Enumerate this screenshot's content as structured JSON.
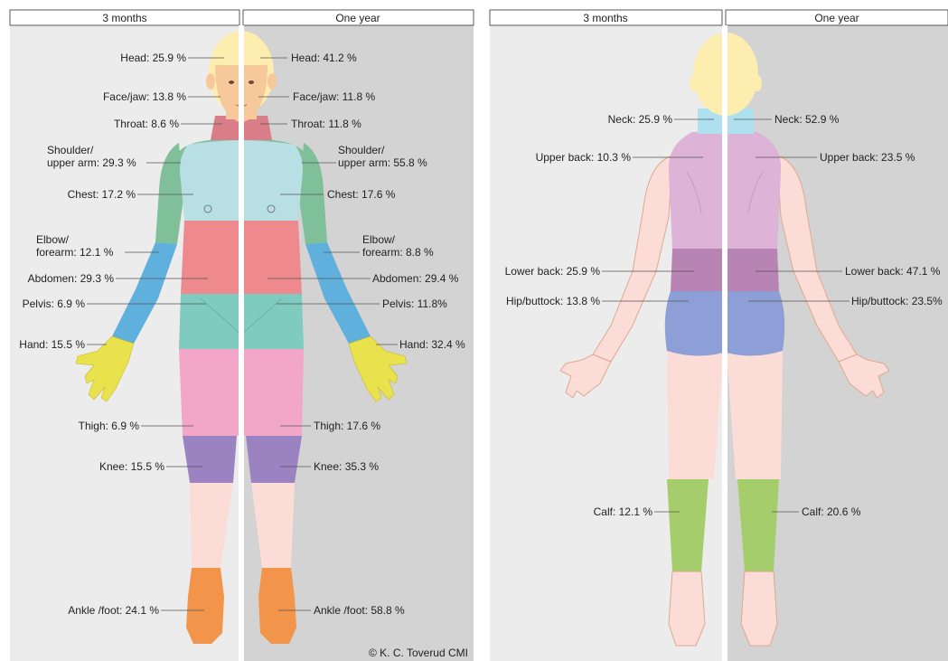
{
  "front": {
    "header_left": "3 months",
    "header_right": "One year",
    "left_labels": {
      "head": "Head: 25.9 %",
      "face": "Face/jaw: 13.8 %",
      "throat": "Throat: 8.6 %",
      "shoulder_1": "Shoulder/",
      "shoulder_2": "upper arm: 29.3 %",
      "chest": "Chest: 17.2 %",
      "elbow_1": "Elbow/",
      "elbow_2": "forearm: 12.1 %",
      "abdomen": "Abdomen: 29.3 %",
      "pelvis": "Pelvis: 6.9 %",
      "hand": "Hand: 15.5 %",
      "thigh": "Thigh: 6.9 %",
      "knee": "Knee: 15.5 %",
      "ankle": "Ankle /foot: 24.1 %"
    },
    "right_labels": {
      "head": "Head: 41.2 %",
      "face": "Face/jaw: 11.8 %",
      "throat": "Throat: 11.8 %",
      "shoulder_1": "Shoulder/",
      "shoulder_2": "upper arm: 55.8 %",
      "chest": "Chest: 17.6 %",
      "elbow_1": "Elbow/",
      "elbow_2": "forearm: 8.8 %",
      "abdomen": "Abdomen: 29.4 %",
      "pelvis": "Pelvis: 11.8%",
      "hand": "Hand: 32.4 %",
      "thigh": "Thigh: 17.6 %",
      "knee": "Knee: 35.3 %",
      "ankle": "Ankle /foot: 58.8 %"
    },
    "copyright": "© K. C. Toverud CMI"
  },
  "back": {
    "header_left": "3 months",
    "header_right": "One year",
    "left_labels": {
      "neck": "Neck: 25.9 %",
      "upper_back": "Upper back: 10.3 %",
      "lower_back": "Lower back: 25.9 %",
      "hip": "Hip/buttock: 13.8 %",
      "calf": "Calf: 12.1 %"
    },
    "right_labels": {
      "neck": "Neck: 52.9 %",
      "upper_back": "Upper back: 23.5 %",
      "lower_back": "Lower back: 47.1 %",
      "hip": "Hip/buttock: 23.5%",
      "calf": "Calf: 20.6 %"
    }
  },
  "colors": {
    "head": "#fdeeb0",
    "face": "#f7c99a",
    "throat": "#d97e88",
    "chest": "#b8dfe3",
    "shoulder": "#7fc09a",
    "forearm": "#5fb0dc",
    "abdomen": "#ee8a8e",
    "pelvis": "#7fcbbf",
    "hand": "#e8e24c",
    "thigh": "#f3a7c8",
    "knee": "#9b83c2",
    "leg": "#fbdcd6",
    "foot": "#f2954a",
    "skin": "#fbdcd6",
    "neck_back": "#aee0ef",
    "upper_back": "#ddb3d8",
    "lower_back": "#b884b4",
    "hip": "#8d9fd6",
    "calf": "#a5cd6b",
    "panel_left": "#ececec",
    "panel_right": "#d3d3d3"
  }
}
